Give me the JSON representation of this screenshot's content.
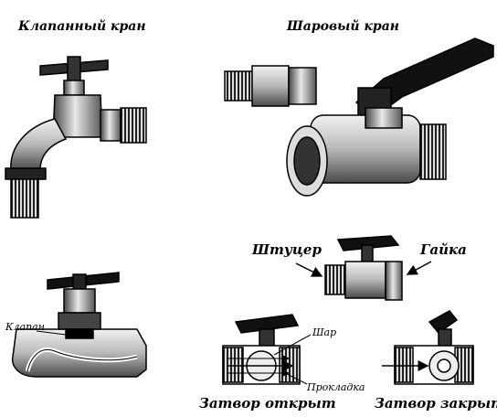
{
  "titles": {
    "valve_tap": "Клапанный кран",
    "ball_valve": "Шаровый кран"
  },
  "labels": {
    "fitting": "Штуцер",
    "nut": "Гайка",
    "valve": "Клапан",
    "ball": "Шар",
    "gasket": "Прокладка",
    "open": "Затвор открыт",
    "closed": "Затвор закрыт"
  },
  "colors": {
    "ink": "#000000",
    "paper": "#ffffff",
    "metal_light": "#d9d9d9",
    "metal_mid": "#9a9a9a"
  }
}
